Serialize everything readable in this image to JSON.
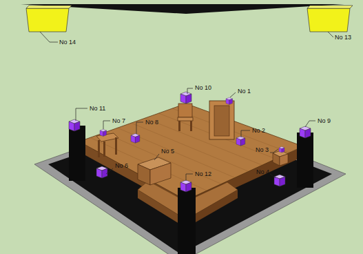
{
  "diagram": {
    "labels": [
      "No 14",
      "No 13",
      "No 10",
      "No 1",
      "No 11",
      "No 7",
      "No 8",
      "No 2",
      "No 9",
      "No 5",
      "No 3",
      "No 6",
      "No 12",
      "No 4"
    ]
  }
}
